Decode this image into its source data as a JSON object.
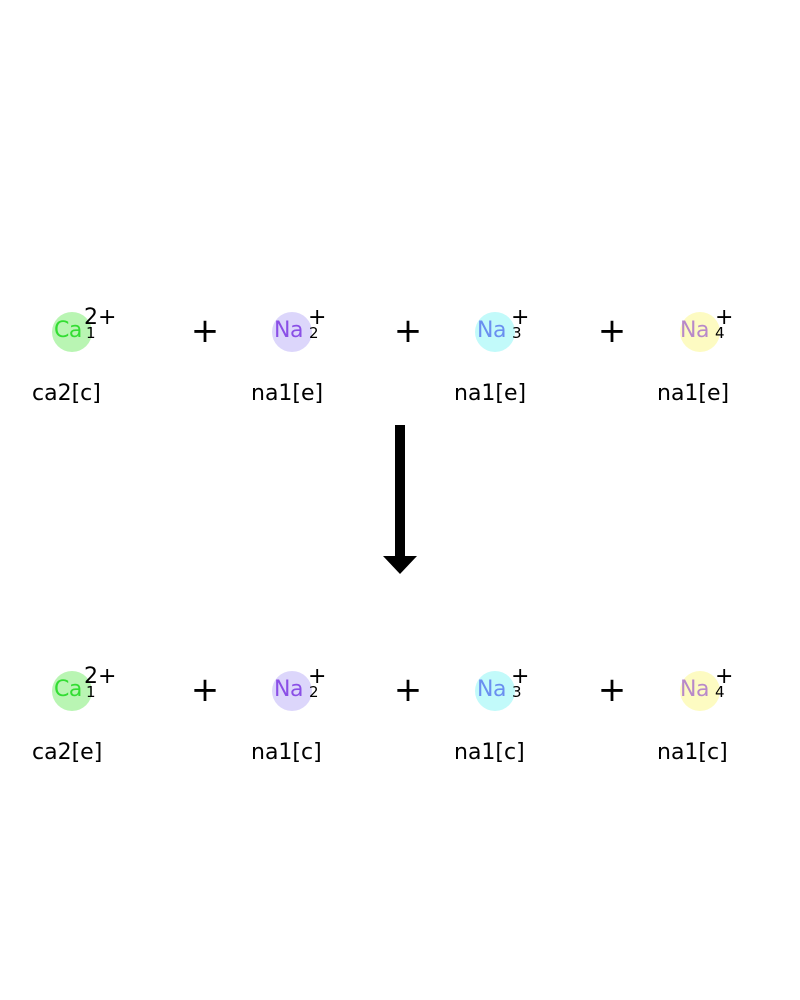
{
  "reaction": {
    "plus_sign": "+",
    "reactants": [
      {
        "symbol": "Ca",
        "index": "1",
        "charge": "2+",
        "label": "ca2[c]",
        "circle_color": "#b9f5b3",
        "text_color": "#33dd33"
      },
      {
        "symbol": "Na",
        "index": "2",
        "charge": "+",
        "label": "na1[e]",
        "circle_color": "#dcd6fb",
        "text_color": "#8a4fe6"
      },
      {
        "symbol": "Na",
        "index": "3",
        "charge": "+",
        "label": "na1[e]",
        "circle_color": "#c2fafa",
        "text_color": "#6a8ff0"
      },
      {
        "symbol": "Na",
        "index": "4",
        "charge": "+",
        "label": "na1[e]",
        "circle_color": "#fdfbc2",
        "text_color": "#b889c9"
      }
    ],
    "products": [
      {
        "symbol": "Ca",
        "index": "1",
        "charge": "2+",
        "label": "ca2[e]",
        "circle_color": "#b9f5b3",
        "text_color": "#33dd33"
      },
      {
        "symbol": "Na",
        "index": "2",
        "charge": "+",
        "label": "na1[c]",
        "circle_color": "#dcd6fb",
        "text_color": "#8a4fe6"
      },
      {
        "symbol": "Na",
        "index": "3",
        "charge": "+",
        "label": "na1[c]",
        "circle_color": "#c2fafa",
        "text_color": "#6a8ff0"
      },
      {
        "symbol": "Na",
        "index": "4",
        "charge": "+",
        "label": "na1[c]",
        "circle_color": "#fdfbc2",
        "text_color": "#b889c9"
      }
    ],
    "arrow_color": "#000000"
  }
}
